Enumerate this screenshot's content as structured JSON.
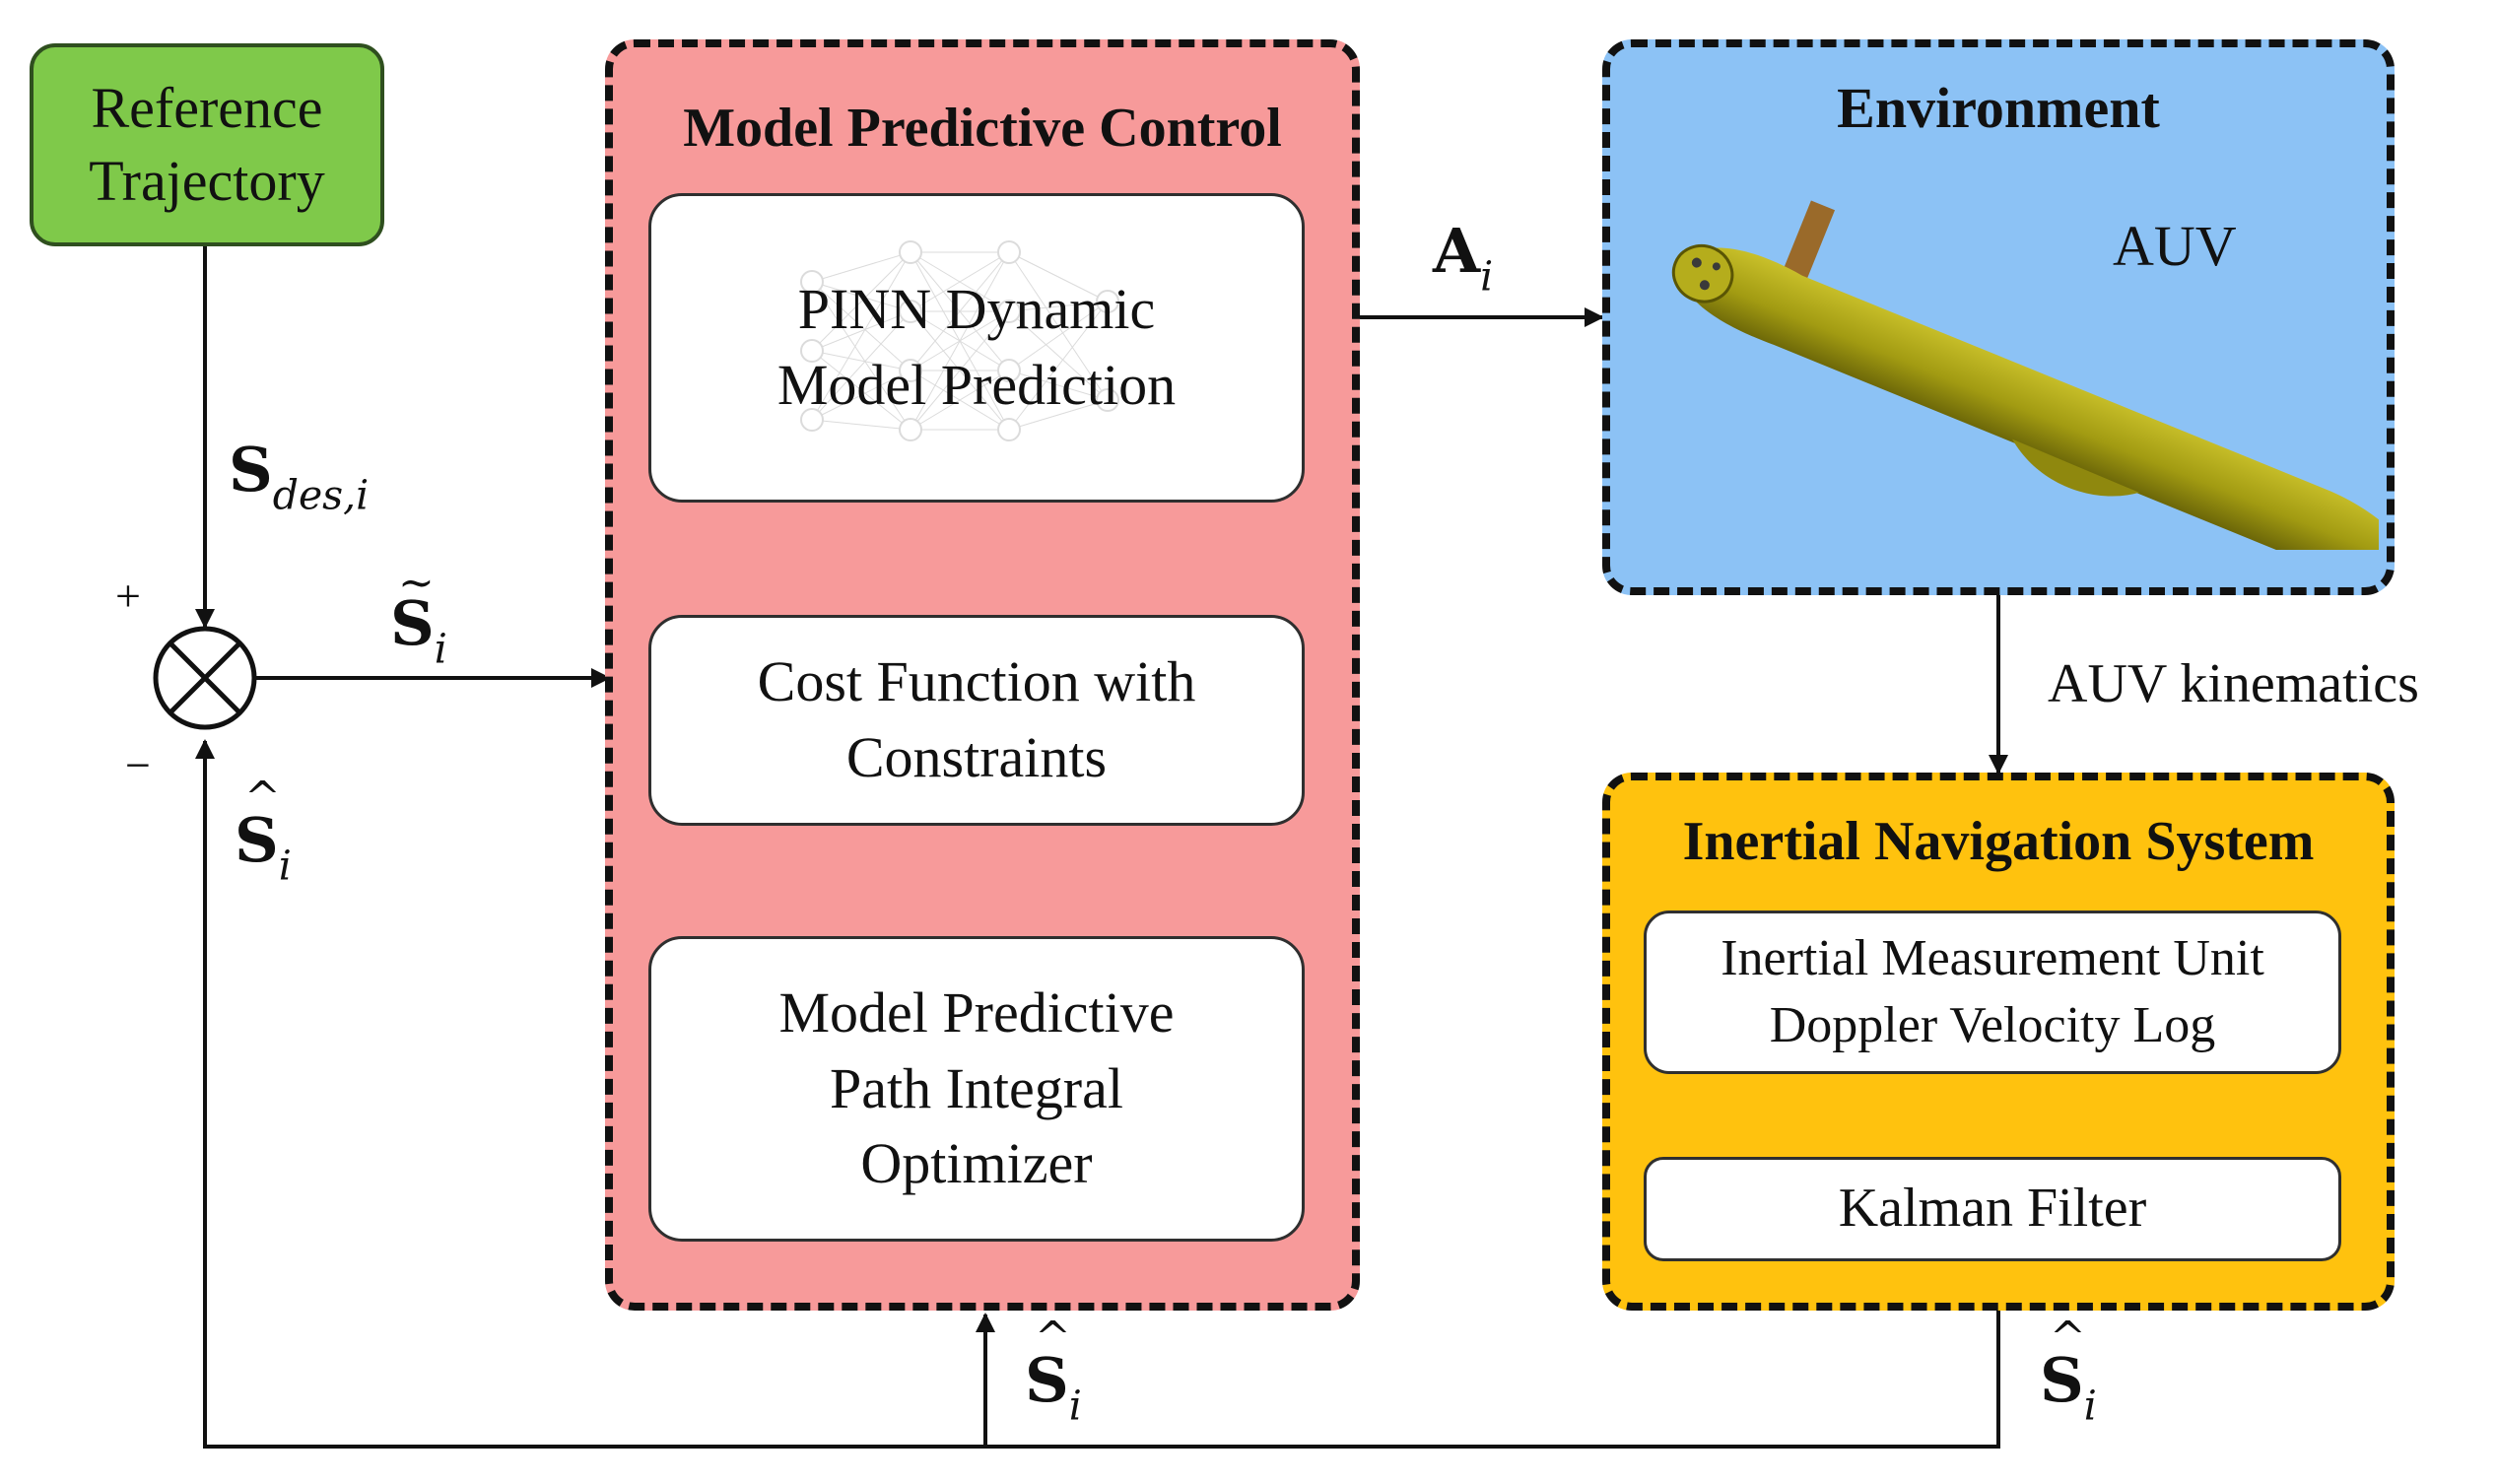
{
  "reference": {
    "text": "Reference\nTrajectory"
  },
  "mpc": {
    "title": "Model Predictive Control",
    "pinn": "PINN Dynamic\nModel Prediction",
    "cost": "Cost Function with\nConstraints",
    "optimizer": "Model Predictive\nPath Integral\nOptimizer"
  },
  "environment": {
    "title": "Environment",
    "auv_label": "AUV"
  },
  "ins": {
    "title": "Inertial Navigation System",
    "sensors": "Inertial Measurement Unit\nDoppler Velocity Log",
    "kalman": "Kalman Filter"
  },
  "signals": {
    "s_des": {
      "base": "S",
      "sub": "des,i"
    },
    "s_tilde": {
      "base": "S",
      "accent": "~",
      "sub": "i"
    },
    "s_hat": {
      "base": "S",
      "accent": "^",
      "sub": "i"
    },
    "action": {
      "base": "A",
      "sub": "i"
    },
    "auv_kinematics": "AUV kinematics",
    "plus": "+",
    "minus": "−"
  },
  "colors": {
    "reference_fill": "#7fc94a",
    "mpc_fill": "#f79a9a",
    "environment_fill": "#8cc2f5",
    "ins_fill": "#ffc20e",
    "auv_hull": "#a29b12",
    "auv_fin": "#9a6a2a"
  }
}
